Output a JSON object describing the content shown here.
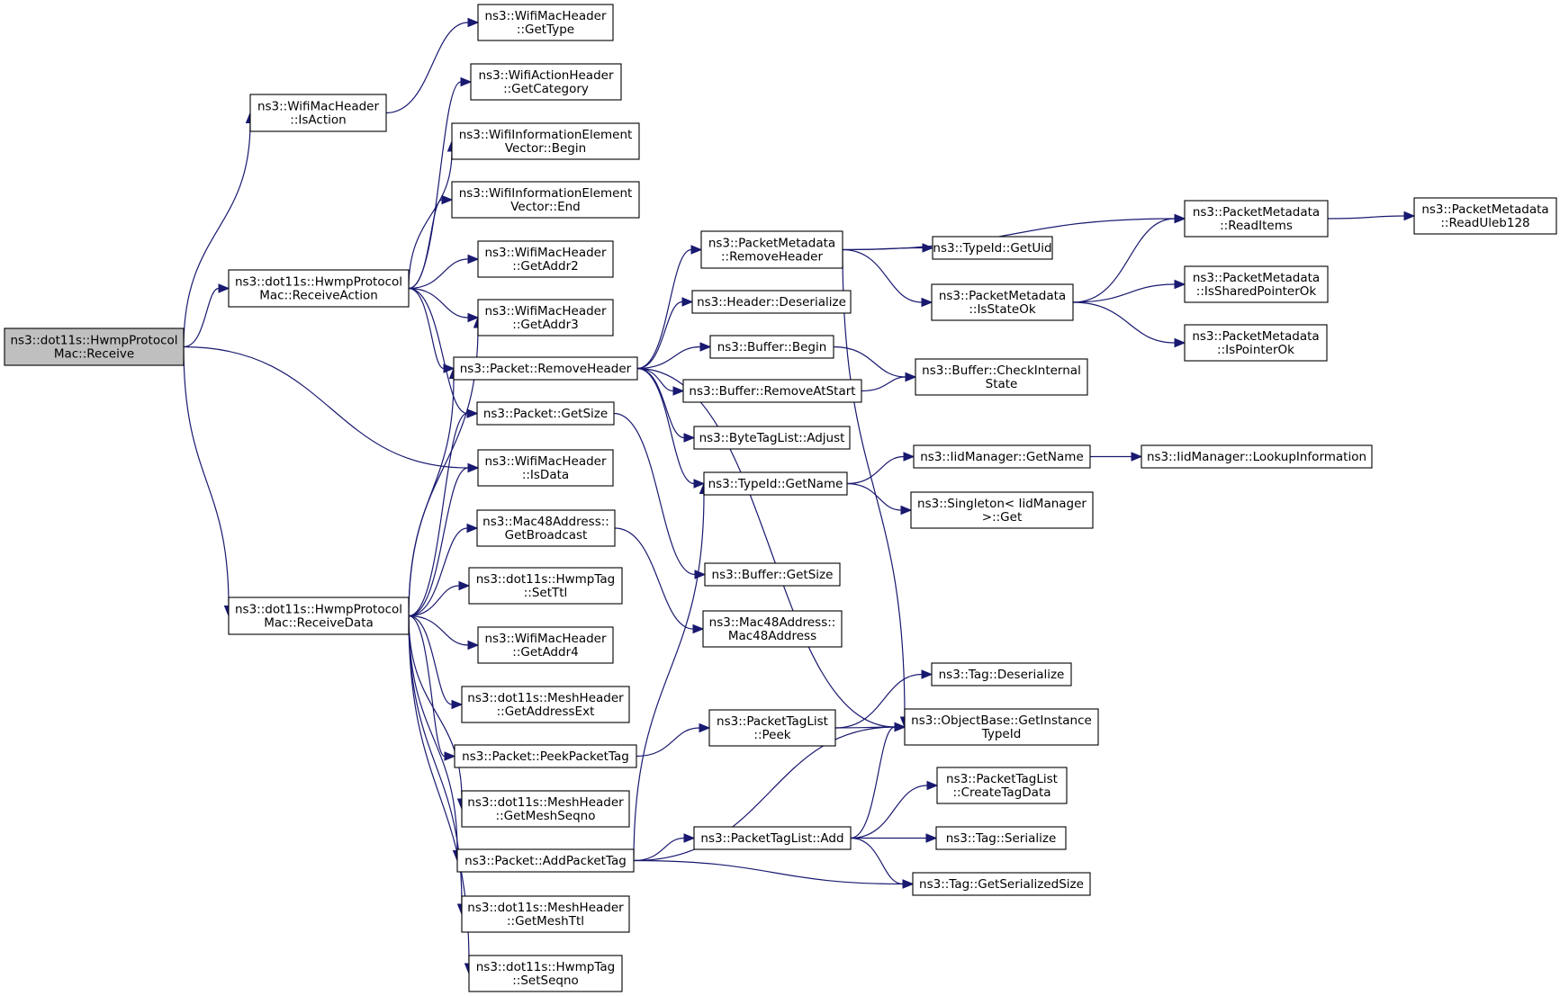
{
  "colors": {
    "edge": "#191970",
    "node_border": "#000000",
    "root_fill": "#bfbfbf",
    "node_fill": "#ffffff"
  },
  "nodes": [
    {
      "id": "receive",
      "lines": [
        "ns3::dot11s::HwmpProtocol",
        "Mac::Receive"
      ],
      "root": true
    },
    {
      "id": "isaction",
      "lines": [
        "ns3::WifiMacHeader",
        "::IsAction"
      ]
    },
    {
      "id": "gettype",
      "lines": [
        "ns3::WifiMacHeader",
        "::GetType"
      ]
    },
    {
      "id": "receiveaction",
      "lines": [
        "ns3::dot11s::HwmpProtocol",
        "Mac::ReceiveAction"
      ]
    },
    {
      "id": "getcategory",
      "lines": [
        "ns3::WifiActionHeader",
        "::GetCategory"
      ]
    },
    {
      "id": "iebegin",
      "lines": [
        "ns3::WifiInformationElement",
        "Vector::Begin"
      ]
    },
    {
      "id": "ieend",
      "lines": [
        "ns3::WifiInformationElement",
        "Vector::End"
      ]
    },
    {
      "id": "getaddr2",
      "lines": [
        "ns3::WifiMacHeader",
        "::GetAddr2"
      ]
    },
    {
      "id": "getaddr3",
      "lines": [
        "ns3::WifiMacHeader",
        "::GetAddr3"
      ]
    },
    {
      "id": "removeheader",
      "lines": [
        "ns3::Packet::RemoveHeader"
      ]
    },
    {
      "id": "packetgetsize",
      "lines": [
        "ns3::Packet::GetSize"
      ]
    },
    {
      "id": "isdata",
      "lines": [
        "ns3::WifiMacHeader",
        "::IsData"
      ]
    },
    {
      "id": "getbroadcast",
      "lines": [
        "ns3::Mac48Address::",
        "GetBroadcast"
      ]
    },
    {
      "id": "receivedata",
      "lines": [
        "ns3::dot11s::HwmpProtocol",
        "Mac::ReceiveData"
      ]
    },
    {
      "id": "setttl",
      "lines": [
        "ns3::dot11s::HwmpTag",
        "::SetTtl"
      ]
    },
    {
      "id": "getaddr4",
      "lines": [
        "ns3::WifiMacHeader",
        "::GetAddr4"
      ]
    },
    {
      "id": "getaddressext",
      "lines": [
        "ns3::dot11s::MeshHeader",
        "::GetAddressExt"
      ]
    },
    {
      "id": "peekpackettag",
      "lines": [
        "ns3::Packet::PeekPacketTag"
      ]
    },
    {
      "id": "getmeshseqno",
      "lines": [
        "ns3::dot11s::MeshHeader",
        "::GetMeshSeqno"
      ]
    },
    {
      "id": "addpackettag",
      "lines": [
        "ns3::Packet::AddPacketTag"
      ]
    },
    {
      "id": "getmeshttl",
      "lines": [
        "ns3::dot11s::MeshHeader",
        "::GetMeshTtl"
      ]
    },
    {
      "id": "setseqno",
      "lines": [
        "ns3::dot11s::HwmpTag",
        "::SetSeqno"
      ]
    },
    {
      "id": "pmremoveheader",
      "lines": [
        "ns3::PacketMetadata",
        "::RemoveHeader"
      ]
    },
    {
      "id": "headerdeserialize",
      "lines": [
        "ns3::Header::Deserialize"
      ]
    },
    {
      "id": "bufferbegin",
      "lines": [
        "ns3::Buffer::Begin"
      ]
    },
    {
      "id": "removeatstart",
      "lines": [
        "ns3::Buffer::RemoveAtStart"
      ]
    },
    {
      "id": "bytetagadjust",
      "lines": [
        "ns3::ByteTagList::Adjust"
      ]
    },
    {
      "id": "typeidgetname",
      "lines": [
        "ns3::TypeId::GetName"
      ]
    },
    {
      "id": "buffergetsize",
      "lines": [
        "ns3::Buffer::GetSize"
      ]
    },
    {
      "id": "mac48address",
      "lines": [
        "ns3::Mac48Address::",
        "Mac48Address"
      ]
    },
    {
      "id": "ptlpeek",
      "lines": [
        "ns3::PacketTagList",
        "::Peek"
      ]
    },
    {
      "id": "ptladd",
      "lines": [
        "ns3::PacketTagList::Add"
      ]
    },
    {
      "id": "readitems",
      "lines": [
        "ns3::PacketMetadata",
        "::ReadItems"
      ]
    },
    {
      "id": "getuid",
      "lines": [
        "ns3::TypeId::GetUid"
      ]
    },
    {
      "id": "isstateok",
      "lines": [
        "ns3::PacketMetadata",
        "::IsStateOk"
      ]
    },
    {
      "id": "checkinternal",
      "lines": [
        "ns3::Buffer::CheckInternal",
        "State"
      ]
    },
    {
      "id": "iidgetname",
      "lines": [
        "ns3::IidManager::GetName"
      ]
    },
    {
      "id": "singletonget",
      "lines": [
        "ns3::Singleton< IidManager",
        ">::Get"
      ]
    },
    {
      "id": "tagdeserialize",
      "lines": [
        "ns3::Tag::Deserialize"
      ]
    },
    {
      "id": "getinstancetypeid",
      "lines": [
        "ns3::ObjectBase::GetInstance",
        "TypeId"
      ]
    },
    {
      "id": "createtagdata",
      "lines": [
        "ns3::PacketTagList",
        "::CreateTagData"
      ]
    },
    {
      "id": "tagserialize",
      "lines": [
        "ns3::Tag::Serialize"
      ]
    },
    {
      "id": "getserializedsize",
      "lines": [
        "ns3::Tag::GetSerializedSize"
      ]
    },
    {
      "id": "readuleb128",
      "lines": [
        "ns3::PacketMetadata",
        "::ReadUleb128"
      ]
    },
    {
      "id": "issharedpointerok",
      "lines": [
        "ns3::PacketMetadata",
        "::IsSharedPointerOk"
      ]
    },
    {
      "id": "ispointerok",
      "lines": [
        "ns3::PacketMetadata",
        "::IsPointerOk"
      ]
    },
    {
      "id": "lookupinformation",
      "lines": [
        "ns3::IidManager::LookupInformation"
      ]
    }
  ],
  "edges": [
    [
      "receive",
      "isaction"
    ],
    [
      "receive",
      "receiveaction"
    ],
    [
      "receive",
      "isdata"
    ],
    [
      "receive",
      "receivedata"
    ],
    [
      "isaction",
      "gettype"
    ],
    [
      "receiveaction",
      "getcategory"
    ],
    [
      "receiveaction",
      "iebegin"
    ],
    [
      "receiveaction",
      "ieend"
    ],
    [
      "receiveaction",
      "getaddr2"
    ],
    [
      "receiveaction",
      "getaddr3"
    ],
    [
      "receiveaction",
      "removeheader"
    ],
    [
      "receiveaction",
      "packetgetsize"
    ],
    [
      "receivedata",
      "getaddr3"
    ],
    [
      "receivedata",
      "removeheader"
    ],
    [
      "receivedata",
      "packetgetsize"
    ],
    [
      "receivedata",
      "isdata"
    ],
    [
      "receivedata",
      "getbroadcast"
    ],
    [
      "receivedata",
      "setttl"
    ],
    [
      "receivedata",
      "getaddr4"
    ],
    [
      "receivedata",
      "getaddressext"
    ],
    [
      "receivedata",
      "peekpackettag"
    ],
    [
      "receivedata",
      "getmeshseqno"
    ],
    [
      "receivedata",
      "addpackettag"
    ],
    [
      "receivedata",
      "getmeshttl"
    ],
    [
      "receivedata",
      "setseqno"
    ],
    [
      "removeheader",
      "pmremoveheader"
    ],
    [
      "removeheader",
      "headerdeserialize"
    ],
    [
      "removeheader",
      "bufferbegin"
    ],
    [
      "removeheader",
      "removeatstart"
    ],
    [
      "removeheader",
      "bytetagadjust"
    ],
    [
      "removeheader",
      "typeidgetname"
    ],
    [
      "removeheader",
      "getinstancetypeid"
    ],
    [
      "packetgetsize",
      "buffergetsize"
    ],
    [
      "getbroadcast",
      "mac48address"
    ],
    [
      "peekpackettag",
      "ptlpeek"
    ],
    [
      "addpackettag",
      "typeidgetname"
    ],
    [
      "addpackettag",
      "getinstancetypeid"
    ],
    [
      "addpackettag",
      "ptladd"
    ],
    [
      "addpackettag",
      "getserializedsize"
    ],
    [
      "pmremoveheader",
      "readitems"
    ],
    [
      "pmremoveheader",
      "getuid"
    ],
    [
      "pmremoveheader",
      "isstateok"
    ],
    [
      "pmremoveheader",
      "getinstancetypeid"
    ],
    [
      "readitems",
      "readuleb128"
    ],
    [
      "isstateok",
      "readitems"
    ],
    [
      "isstateok",
      "issharedpointerok"
    ],
    [
      "isstateok",
      "ispointerok"
    ],
    [
      "bufferbegin",
      "checkinternal"
    ],
    [
      "removeatstart",
      "checkinternal"
    ],
    [
      "typeidgetname",
      "iidgetname"
    ],
    [
      "typeidgetname",
      "singletonget"
    ],
    [
      "iidgetname",
      "lookupinformation"
    ],
    [
      "ptlpeek",
      "tagdeserialize"
    ],
    [
      "ptlpeek",
      "getinstancetypeid"
    ],
    [
      "ptladd",
      "getinstancetypeid"
    ],
    [
      "ptladd",
      "createtagdata"
    ],
    [
      "ptladd",
      "tagserialize"
    ],
    [
      "ptladd",
      "getserializedsize"
    ]
  ]
}
